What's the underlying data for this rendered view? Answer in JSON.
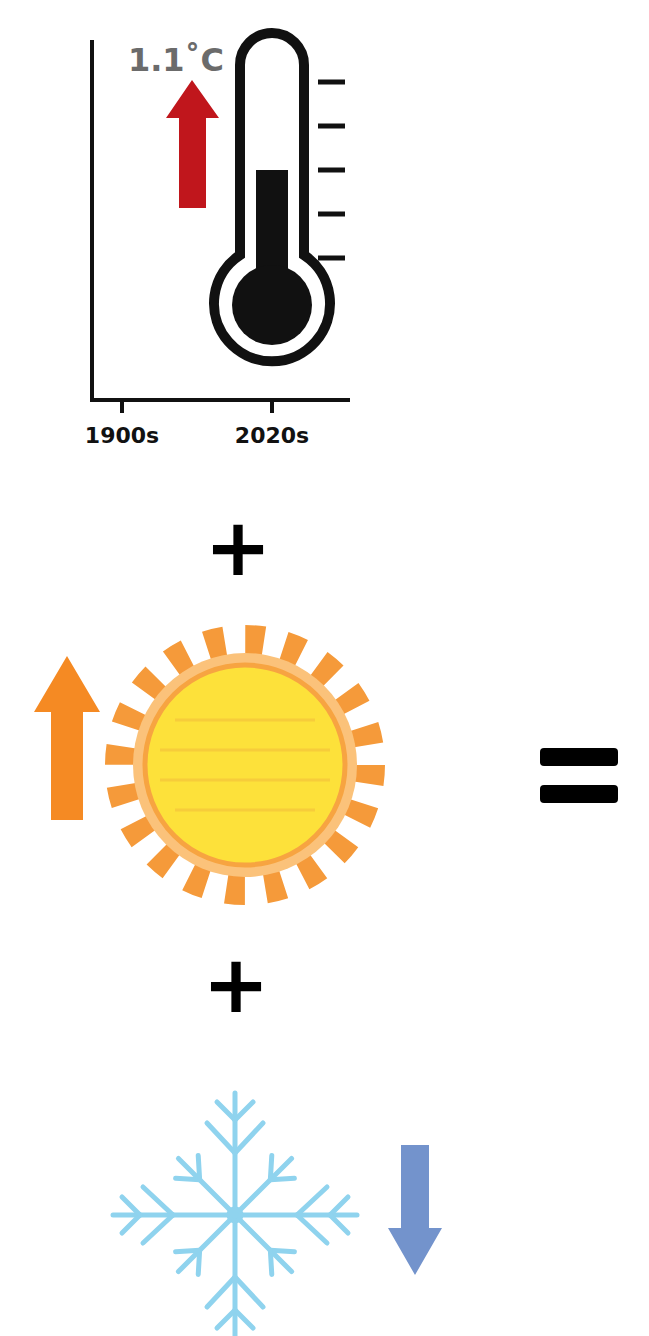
{
  "diagram": {
    "labels": [
      "1.1˚C",
      "1900s",
      "2020s",
      "+",
      "+"
    ]
  }
}
